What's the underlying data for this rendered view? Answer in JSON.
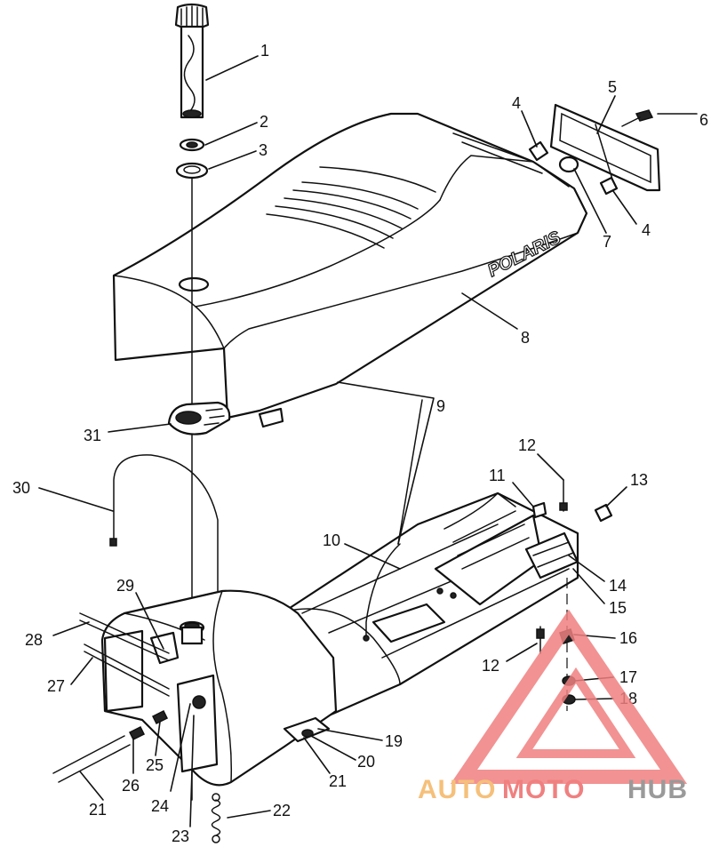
{
  "brand_mark": "POLARIS",
  "callouts": [
    {
      "id": "c1",
      "label": "1"
    },
    {
      "id": "c2",
      "label": "2"
    },
    {
      "id": "c3",
      "label": "3"
    },
    {
      "id": "c4a",
      "label": "4"
    },
    {
      "id": "c4b",
      "label": "4"
    },
    {
      "id": "c5",
      "label": "5"
    },
    {
      "id": "c6",
      "label": "6"
    },
    {
      "id": "c7",
      "label": "7"
    },
    {
      "id": "c8",
      "label": "8"
    },
    {
      "id": "c9",
      "label": "9"
    },
    {
      "id": "c10",
      "label": "10"
    },
    {
      "id": "c11",
      "label": "11"
    },
    {
      "id": "c12a",
      "label": "12"
    },
    {
      "id": "c12b",
      "label": "12"
    },
    {
      "id": "c13",
      "label": "13"
    },
    {
      "id": "c14",
      "label": "14"
    },
    {
      "id": "c15",
      "label": "15"
    },
    {
      "id": "c16",
      "label": "16"
    },
    {
      "id": "c17",
      "label": "17"
    },
    {
      "id": "c18",
      "label": "18"
    },
    {
      "id": "c19",
      "label": "19"
    },
    {
      "id": "c20",
      "label": "20"
    },
    {
      "id": "c21a",
      "label": "21"
    },
    {
      "id": "c21b",
      "label": "21"
    },
    {
      "id": "c22",
      "label": "22"
    },
    {
      "id": "c23",
      "label": "23"
    },
    {
      "id": "c24",
      "label": "24"
    },
    {
      "id": "c25",
      "label": "25"
    },
    {
      "id": "c26",
      "label": "26"
    },
    {
      "id": "c27",
      "label": "27"
    },
    {
      "id": "c28",
      "label": "28"
    },
    {
      "id": "c29",
      "label": "29"
    },
    {
      "id": "c30",
      "label": "30"
    },
    {
      "id": "c31",
      "label": "31"
    }
  ],
  "watermark": {
    "text_auto": "AUTO",
    "text_moto": "MOTO",
    "text_hub": "HUB",
    "color_auto": "#f5c07a",
    "color_moto": "#f08080",
    "color_hub": "#9a9a9a",
    "color_logo": "#f08080"
  }
}
